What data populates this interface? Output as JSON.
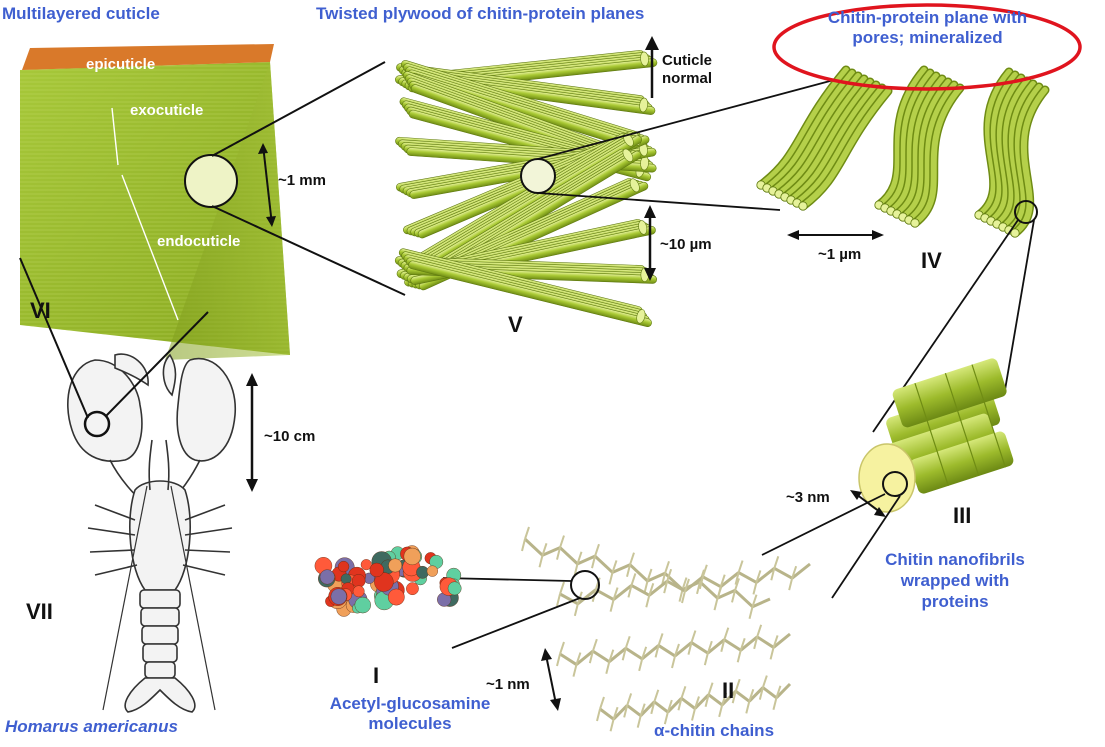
{
  "titles": {
    "multilayered_cuticle": "Multilayered cuticle",
    "twisted_plywood": "Twisted plywood of chitin-protein planes",
    "chitin_plane_line1": "Chitin-protein plane with",
    "chitin_plane_line2": "pores; mineralized"
  },
  "layers": {
    "epicuticle": "epicuticle",
    "exocuticle": "exocuticle",
    "endocuticle": "endocuticle"
  },
  "scales": {
    "mm": "~1 mm",
    "um10": "~10 µm",
    "um1": "~1 µm",
    "cm": "~10 cm",
    "nm3": "~3 nm",
    "nm1": "~1 nm",
    "cuticle_normal_1": "Cuticle",
    "cuticle_normal_2": "normal"
  },
  "levels": {
    "I": "I",
    "II": "II",
    "III": "III",
    "IV": "IV",
    "V": "V",
    "VI": "VI",
    "VII": "VII"
  },
  "captions": {
    "species": "Homarus americanus",
    "acetyl_1": "Acetyl-glucosamine",
    "acetyl_2": "molecules",
    "alpha_chitin": "α-chitin chains",
    "nanofibrils_1": "Chitin nanofibrils",
    "nanofibrils_2": "wrapped with",
    "nanofibrils_3": "proteins"
  },
  "colors": {
    "label_blue": "#3f5fd0",
    "fiber_green": "#9bbf2a",
    "fiber_light": "#d8ea7a",
    "epicuticle_orange": "#d9792a",
    "highlight_red": "#e0141e"
  }
}
